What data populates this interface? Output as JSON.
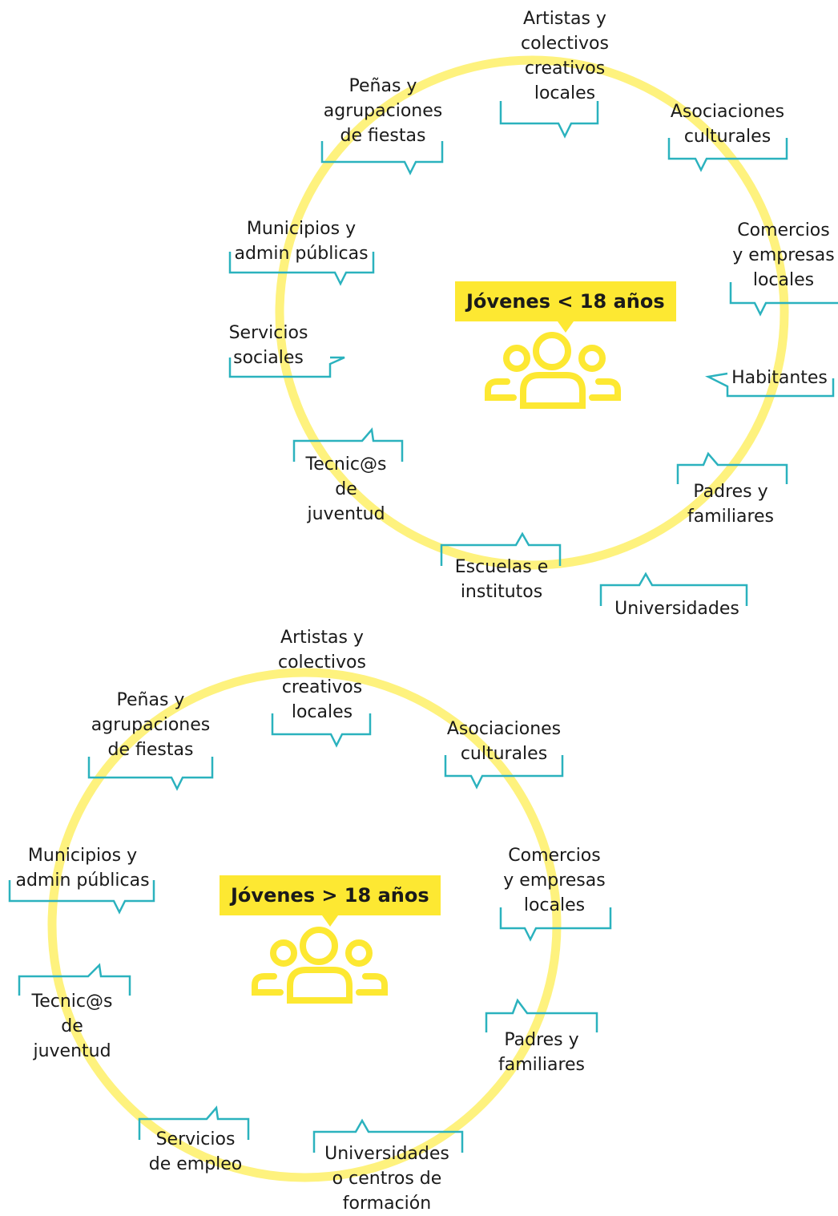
{
  "colors": {
    "ring": "#fef27e",
    "accent": "#fde832",
    "bracket": "#2bb2be",
    "text": "#1a1a1a"
  },
  "diagrams": [
    {
      "title": "Jóvenes < 18 años",
      "icon": "people-group-icon",
      "stakeholders": [
        "Artistas y\ncolectivos\ncreativos\nlocales",
        "Peñas y\nagrupaciones\nde fiestas",
        "Asociaciones\nculturales",
        "Municipios y\nadmin públicas",
        "Comercios\ny empresas\nlocales",
        "Servicios\nsociales",
        "Habitantes",
        "Tecnic@s\nde\njuventud",
        "Padres y\nfamiliares",
        "Escuelas e\ninstitutos",
        "Universidades"
      ]
    },
    {
      "title": "Jóvenes > 18 años",
      "icon": "people-group-icon",
      "stakeholders": [
        "Artistas y\ncolectivos\ncreativos\nlocales",
        "Peñas y\nagrupaciones\nde fiestas",
        "Asociaciones\nculturales",
        "Municipios y\nadmin públicas",
        "Comercios\ny empresas\nlocales",
        "Tecnic@s\nde\njuventud",
        "Padres y\nfamiliares",
        "Servicios\nde empleo",
        "Universidades\no centros de\nformación"
      ]
    }
  ]
}
